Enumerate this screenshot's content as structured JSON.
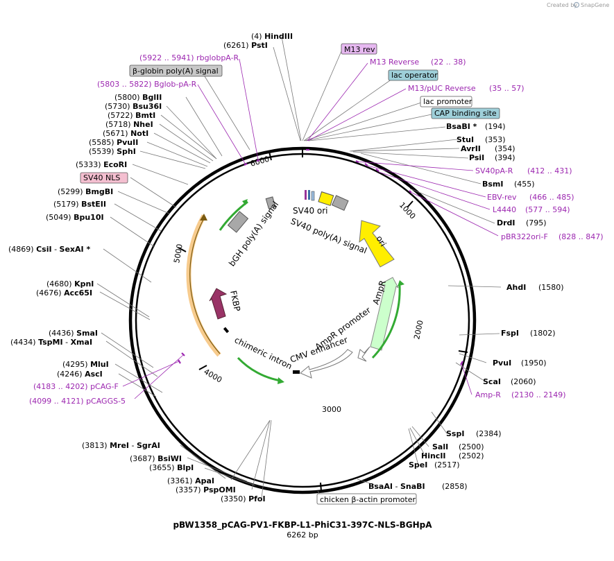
{
  "credit": {
    "created_by": "Created by",
    "brand": "SnapGene"
  },
  "map": {
    "title": "pBW1358_pCAG-PV1-FKBP-L1-PhiC31-397C-NLS-BGHpA",
    "length": "6262 bp",
    "ticks": [
      "1000",
      "2000",
      "3000",
      "4000",
      "5000",
      "6000"
    ],
    "features": {
      "sv40_ori": "SV40 ori",
      "sv40_polya": "SV40 poly(A) signal",
      "ori": "ori",
      "ampr": "AmpR",
      "ampr_promoter": "AmpR promoter",
      "cmv_enhancer": "CMV enhancer",
      "chimeric_intron": "chimeric intron",
      "fkbp": "FKBP",
      "bgh_polya": "bGH poly(A) signal"
    }
  },
  "labels": {
    "hindiii": {
      "pos": "(4)",
      "name": "HindIII"
    },
    "psti": {
      "pos": "(6261)",
      "name": "PstI"
    },
    "m13rev": {
      "name": "M13 rev"
    },
    "m13reverse": {
      "name": "M13 Reverse",
      "pos": "(22 .. 38)"
    },
    "lacop": {
      "name": "lac operator"
    },
    "m13puc": {
      "name": "M13/pUC Reverse",
      "pos": "(35 .. 57)"
    },
    "lacprom": {
      "name": "lac promoter"
    },
    "cap": {
      "name": "CAP binding site"
    },
    "bsabi": {
      "name": "BsaBI *",
      "pos": "(194)"
    },
    "stui": {
      "name": "StuI",
      "pos": "(353)"
    },
    "avrii": {
      "name": "AvrII",
      "pos": "(354)"
    },
    "psii": {
      "name": "PsiI",
      "pos": "(394)"
    },
    "sv40par": {
      "name": "SV40pA-R",
      "pos": "(412 .. 431)"
    },
    "bsmi": {
      "name": "BsmI",
      "pos": "(455)"
    },
    "ebvrev": {
      "name": "EBV-rev",
      "pos": "(466 .. 485)"
    },
    "l4440": {
      "name": "L4440",
      "pos": "(577 .. 594)"
    },
    "drdi": {
      "name": "DrdI",
      "pos": "(795)"
    },
    "pbr322": {
      "name": "pBR322ori-F",
      "pos": "(828 .. 847)"
    },
    "ahdi": {
      "name": "AhdI",
      "pos": "(1580)"
    },
    "fspi": {
      "name": "FspI",
      "pos": "(1802)"
    },
    "pvui": {
      "name": "PvuI",
      "pos": "(1950)"
    },
    "scai": {
      "name": "ScaI",
      "pos": "(2060)"
    },
    "ampr_primer": {
      "name": "Amp-R",
      "pos": "(2130 .. 2149)"
    },
    "sspi": {
      "name": "SspI",
      "pos": "(2384)"
    },
    "sali": {
      "name": "SalI",
      "pos": "(2500)"
    },
    "hincii": {
      "name": "HincII",
      "pos": "(2502)"
    },
    "spei": {
      "name": "SpeI",
      "pos": "(2517)"
    },
    "bsaai": {
      "name": "BsaAI",
      "sep": "-",
      "name2": "SnaBI",
      "pos": "(2858)"
    },
    "chicken": {
      "name": "chicken β-actin promoter"
    },
    "pfoi": {
      "pos": "(3350)",
      "name": "PfoI"
    },
    "pspomi": {
      "pos": "(3357)",
      "name": "PspOMI"
    },
    "apai": {
      "pos": "(3361)",
      "name": "ApaI"
    },
    "blpi": {
      "pos": "(3655)",
      "name": "BlpI"
    },
    "bsiwi": {
      "pos": "(3687)",
      "name": "BsiWI"
    },
    "mrei": {
      "pos": "(3813)",
      "name": "MreI",
      "sep": "-",
      "name2": "SgrAI"
    },
    "pcaggs5": {
      "pos": "(4099 .. 4121)",
      "name": "pCAGGS-5"
    },
    "pcagf": {
      "pos": "(4183 .. 4202)",
      "name": "pCAG-F"
    },
    "asci": {
      "pos": "(4246)",
      "name": "AscI"
    },
    "mlui": {
      "pos": "(4295)",
      "name": "MluI"
    },
    "tspmi": {
      "pos": "(4434)",
      "name": "TspMI",
      "sep": "-",
      "name2": "XmaI"
    },
    "smai": {
      "pos": "(4436)",
      "name": "SmaI"
    },
    "acc65i": {
      "pos": "(4676)",
      "name": "Acc65I"
    },
    "kpni": {
      "pos": "(4680)",
      "name": "KpnI"
    },
    "csii": {
      "pos": "(4869)",
      "name": "CsiI",
      "sep": "-",
      "name2": "SexAI *"
    },
    "bpu10i": {
      "pos": "(5049)",
      "name": "Bpu10I"
    },
    "bsteii": {
      "pos": "(5179)",
      "name": "BstEII"
    },
    "bmggi": {
      "pos": "(5299)",
      "name": "BmgBI"
    },
    "sv40nls": {
      "name": "SV40 NLS"
    },
    "ecori": {
      "pos": "(5333)",
      "name": "EcoRI"
    },
    "sphi": {
      "pos": "(5539)",
      "name": "SphI"
    },
    "pvuii": {
      "pos": "(5585)",
      "name": "PvuII"
    },
    "noti": {
      "pos": "(5671)",
      "name": "NotI"
    },
    "nhei": {
      "pos": "(5718)",
      "name": "NheI"
    },
    "bmti": {
      "pos": "(5722)",
      "name": "BmtI"
    },
    "bsu36i": {
      "pos": "(5730)",
      "name": "Bsu36I"
    },
    "bglii": {
      "pos": "(5800)",
      "name": "BglII"
    },
    "bglobpar": {
      "pos": "(5803 .. 5822)",
      "name": "Bglob-pA-R"
    },
    "bglobin": {
      "name": "β-globin poly(A) signal"
    },
    "rbglob": {
      "pos": "(5922 .. 5941)",
      "name": "rbglobpA-R"
    }
  },
  "colors": {
    "primer": "#9c27b0",
    "ori": "#ffee00",
    "ampr": "#ccffcc",
    "fkbp": "#993366",
    "promoter_green": "#33aa33",
    "intron_orange": "#f0a030",
    "grey_feature": "#a8a8a8",
    "lac_box": "#9ecfd9",
    "m13_box": "#e6b8f0",
    "nls_box": "#f4bfd0"
  }
}
